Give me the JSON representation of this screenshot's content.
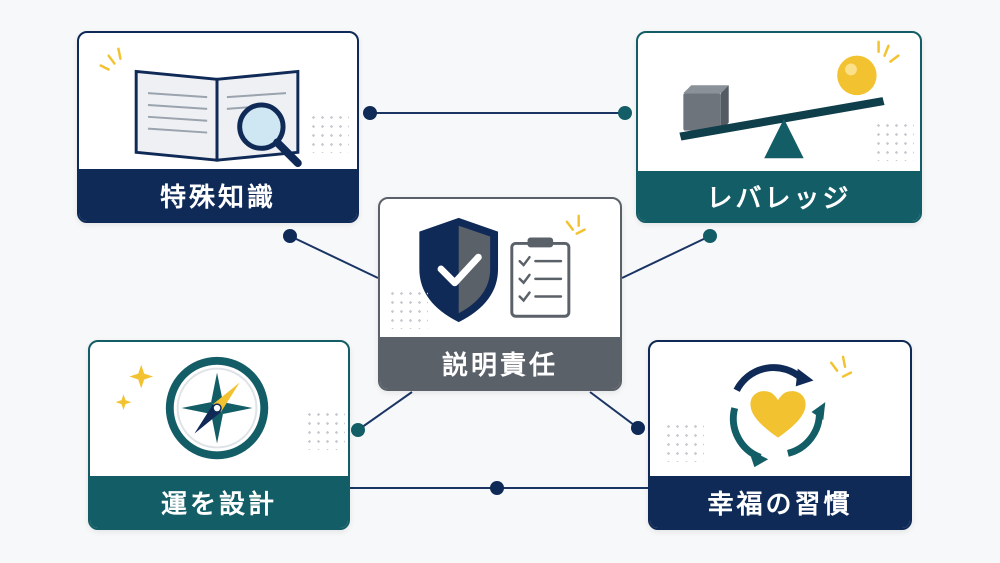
{
  "nodes": {
    "expertise": {
      "label": "特殊知識",
      "icon": "book-magnifier-icon"
    },
    "leverage": {
      "label": "レバレッジ",
      "icon": "seesaw-balance-icon"
    },
    "accountability": {
      "label": "説明責任",
      "icon": "shield-checklist-icon"
    },
    "luck_design": {
      "label": "運を設計",
      "icon": "compass-icon"
    },
    "habits": {
      "label": "幸福の習慣",
      "icon": "heart-cycle-icon"
    }
  },
  "colors": {
    "navy": "#0f2a57",
    "teal": "#135e66",
    "gray": "#5b6168",
    "accent_yellow": "#f2c230"
  }
}
